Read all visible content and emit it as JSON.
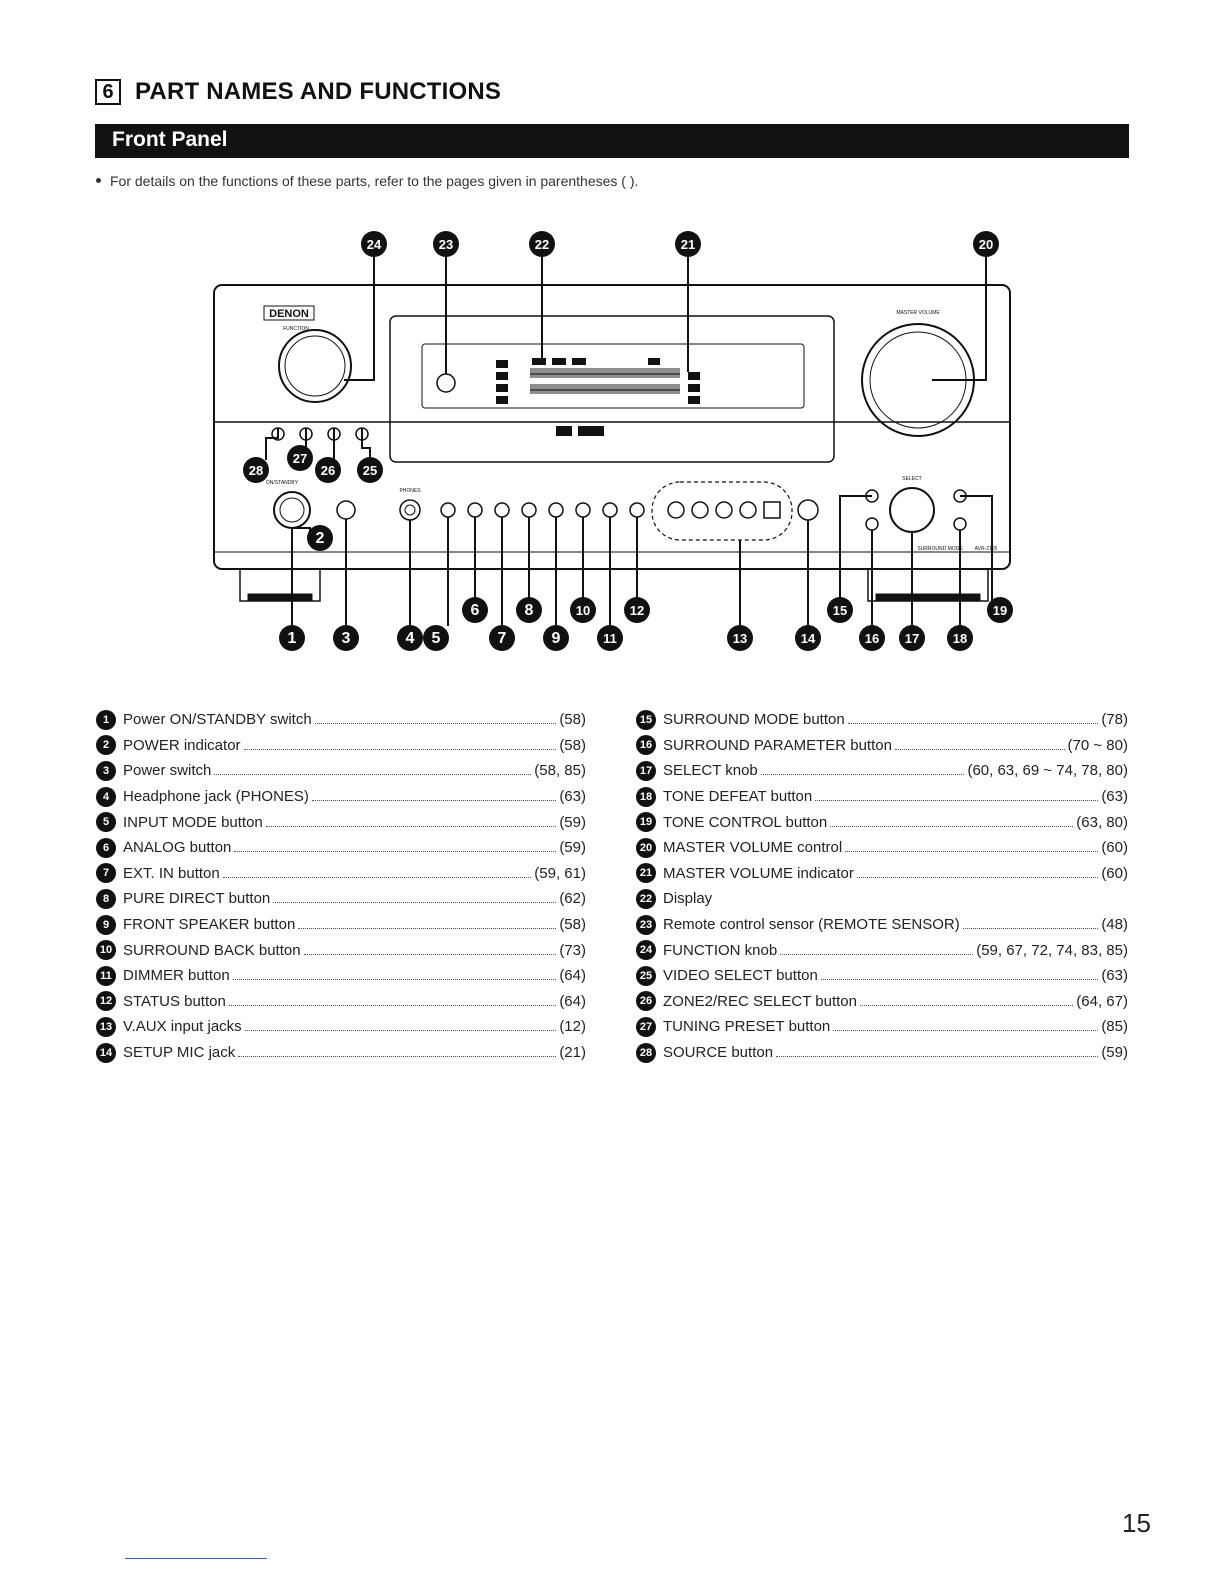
{
  "section": {
    "number": "6",
    "title": "PART NAMES AND FUNCTIONS"
  },
  "panel_title": "Front Panel",
  "note": "For details on the functions of these parts, refer to the pages given in parentheses ( ).",
  "diagram": {
    "brand": "DENON",
    "labels": {
      "function": "FUNCTION",
      "master_volume": "MASTER VOLUME",
      "on_standby": "ON/STANDBY",
      "phones": "PHONES",
      "select": "SELECT",
      "surround_mode": "SURROUND MODE",
      "model": "AVR-2105"
    },
    "callouts": [
      "1",
      "2",
      "3",
      "4",
      "5",
      "6",
      "7",
      "8",
      "9",
      "10",
      "11",
      "12",
      "13",
      "14",
      "15",
      "16",
      "17",
      "18",
      "19",
      "20",
      "21",
      "22",
      "23",
      "24",
      "25",
      "26",
      "27",
      "28"
    ]
  },
  "items_left": [
    {
      "num": "1",
      "name": "Power ON/STANDBY switch",
      "pages": "(58)"
    },
    {
      "num": "2",
      "name": "POWER indicator",
      "pages": "(58)"
    },
    {
      "num": "3",
      "name": "Power switch",
      "pages": "(58, 85)"
    },
    {
      "num": "4",
      "name": "Headphone jack (PHONES)",
      "pages": "(63)"
    },
    {
      "num": "5",
      "name": "INPUT MODE button",
      "pages": "(59)"
    },
    {
      "num": "6",
      "name": "ANALOG button",
      "pages": "(59)"
    },
    {
      "num": "7",
      "name": "EXT. IN button",
      "pages": "(59, 61)"
    },
    {
      "num": "8",
      "name": "PURE DIRECT button",
      "pages": "(62)"
    },
    {
      "num": "9",
      "name": "FRONT SPEAKER button",
      "pages": "(58)"
    },
    {
      "num": "10",
      "name": "SURROUND BACK button",
      "pages": "(73)"
    },
    {
      "num": "11",
      "name": "DIMMER button",
      "pages": "(64)"
    },
    {
      "num": "12",
      "name": "STATUS button",
      "pages": "(64)"
    },
    {
      "num": "13",
      "name": "V.AUX input jacks",
      "pages": "(12)"
    },
    {
      "num": "14",
      "name": "SETUP MIC jack",
      "pages": "(21)"
    }
  ],
  "items_right": [
    {
      "num": "15",
      "name": "SURROUND MODE button",
      "pages": "(78)"
    },
    {
      "num": "16",
      "name": "SURROUND PARAMETER button",
      "pages": "(70 ~ 80)"
    },
    {
      "num": "17",
      "name": "SELECT knob",
      "pages": "(60, 63, 69 ~ 74, 78, 80)"
    },
    {
      "num": "18",
      "name": "TONE DEFEAT button",
      "pages": "(63)"
    },
    {
      "num": "19",
      "name": "TONE CONTROL button",
      "pages": "(63, 80)"
    },
    {
      "num": "20",
      "name": "MASTER VOLUME control",
      "pages": "(60)"
    },
    {
      "num": "21",
      "name": "MASTER VOLUME indicator",
      "pages": "(60)"
    },
    {
      "num": "22",
      "name": "Display",
      "pages": ""
    },
    {
      "num": "23",
      "name": "Remote control sensor (REMOTE SENSOR)",
      "pages": "(48)"
    },
    {
      "num": "24",
      "name": "FUNCTION knob",
      "pages": "(59, 67, 72, 74, 83, 85)"
    },
    {
      "num": "25",
      "name": "VIDEO SELECT button",
      "pages": "(63)"
    },
    {
      "num": "26",
      "name": "ZONE2/REC SELECT button",
      "pages": "(64, 67)"
    },
    {
      "num": "27",
      "name": "TUNING PRESET button",
      "pages": "(85)"
    },
    {
      "num": "28",
      "name": "SOURCE button",
      "pages": "(59)"
    }
  ],
  "page_number": "15"
}
